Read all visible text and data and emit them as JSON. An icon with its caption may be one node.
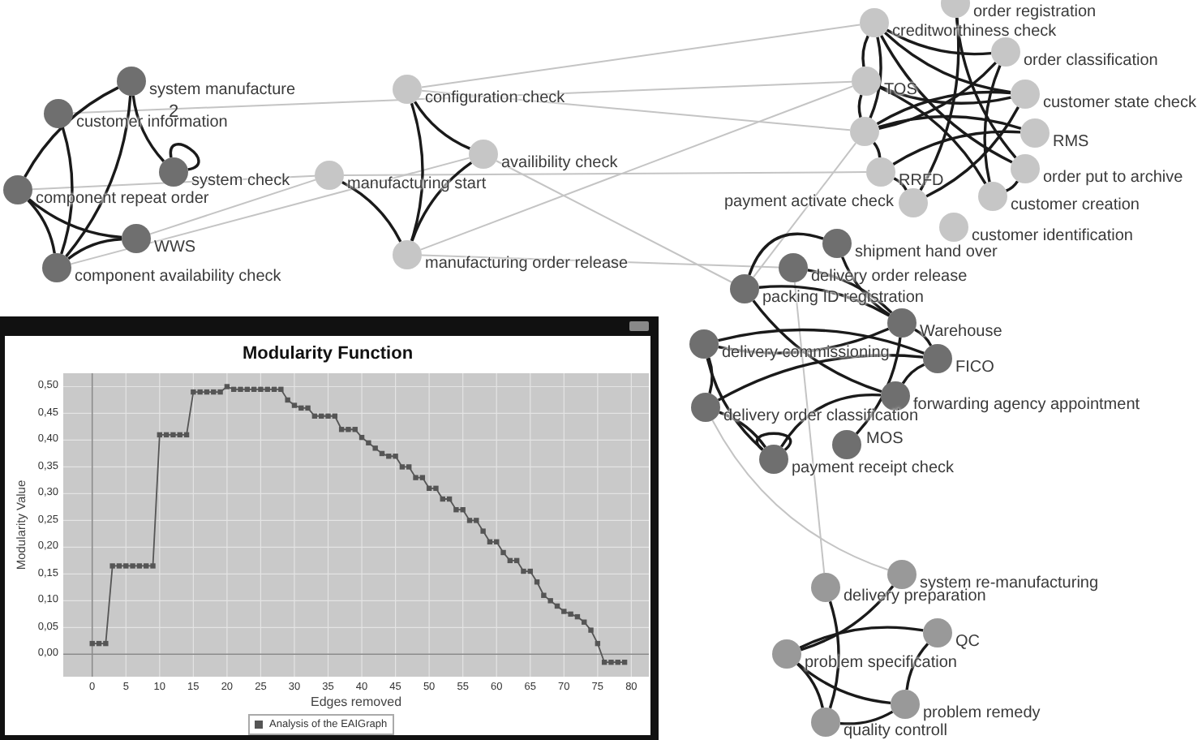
{
  "diagram": {
    "nodes": [
      {
        "text": [
          "system manufacture"
        ]
      },
      {
        "text": [
          "customer information"
        ]
      },
      {
        "text": [
          "component repeat order"
        ]
      },
      {
        "text": [
          "system check"
        ]
      },
      {
        "text": [
          "WWS"
        ]
      },
      {
        "text": [
          "component availability check"
        ]
      },
      {
        "text": [
          "configuration check"
        ]
      },
      {
        "text": [
          "availibility check"
        ]
      },
      {
        "text": [
          "manufacturing start"
        ]
      },
      {
        "text": [
          "manufacturing order release"
        ]
      },
      {
        "text": [
          "order registration"
        ]
      },
      {
        "text": [
          "creditworthiness check"
        ]
      },
      {
        "text": [
          "order classification"
        ]
      },
      {
        "text": [
          "customer state check"
        ]
      },
      {
        "text": [
          "TOS"
        ]
      },
      {
        "text": [
          "RMS"
        ]
      },
      {
        "text": [],
        "shape": "circle"
      },
      {
        "text": [
          "RRFD"
        ]
      },
      {
        "text": [
          "order put to archive"
        ]
      },
      {
        "text": [
          "customer creation"
        ]
      },
      {
        "text": [
          "payment activate check"
        ]
      },
      {
        "text": [
          "customer identification"
        ]
      },
      {
        "text": [
          "shipment hand over"
        ]
      },
      {
        "text": [
          "delivery order release"
        ]
      },
      {
        "text": [
          "packing ID registration"
        ]
      },
      {
        "text": [
          "Warehouse"
        ]
      },
      {
        "text": [
          "FICO"
        ]
      },
      {
        "text": [
          "delivery commissioning"
        ]
      },
      {
        "text": [
          "forwarding agency appointment"
        ]
      },
      {
        "text": [
          "delivery order classification"
        ]
      },
      {
        "text": [
          "MOS"
        ]
      },
      {
        "text": [
          "payment receipt check"
        ]
      },
      {
        "text": [
          "system re-manufacturing"
        ]
      },
      {
        "text": [
          "delivery preparation"
        ]
      },
      {
        "text": [
          "QC"
        ]
      },
      {
        "text": [
          "problem specification"
        ]
      },
      {
        "text": [
          "problem remedy"
        ]
      },
      {
        "text": [
          "quality controll"
        ]
      }
    ],
    "edges": [
      {
        "from": 1,
        "to": 14,
        "arrow": "none",
        "color": "#c4c4c4"
      },
      {
        "from": 2,
        "to": 8,
        "arrow": "none",
        "color": "#c4c4c4"
      },
      {
        "from": 5,
        "to": 7,
        "arrow": "none",
        "color": "#c4c4c4"
      },
      {
        "from": 4,
        "to": 8,
        "arrow": "none",
        "color": "#c4c4c4"
      },
      {
        "from": 6,
        "to": 11,
        "arrow": "none",
        "color": "#c4c4c4"
      },
      {
        "from": 6,
        "to": 16,
        "arrow": "none",
        "color": "#c4c4c4"
      },
      {
        "from": 8,
        "to": 17,
        "arrow": "none",
        "color": "#c4c4c4"
      },
      {
        "from": 9,
        "to": 14,
        "arrow": "none",
        "color": "#c4c4c4"
      },
      {
        "from": 7,
        "to": 24,
        "arrow": "none",
        "color": "#c4c4c4"
      },
      {
        "from": 9,
        "to": 23,
        "arrow": "none",
        "color": "#c4c4c4"
      },
      {
        "from": 16,
        "to": 24,
        "arrow": "none",
        "color": "#c4c4c4"
      },
      {
        "from": 23,
        "to": 33,
        "arrow": "none",
        "color": "#c4c4c4"
      },
      {
        "from": 29,
        "to": 32,
        "arrow": "none",
        "color": "#c4c4c4"
      },
      {
        "from": 0,
        "to": 2,
        "arrow": "none"
      },
      {
        "from": 0,
        "to": 5,
        "arrow": "none"
      },
      {
        "from": 0,
        "to": 3,
        "arrow": "none"
      },
      {
        "from": 1,
        "to": 5,
        "arrow": "none"
      },
      {
        "from": 2,
        "to": 4,
        "arrow": "none"
      },
      {
        "from": 2,
        "to": 5,
        "arrow": "none"
      },
      {
        "from": 4,
        "to": 5,
        "arrow": "none"
      },
      {
        "from": 3,
        "to": 3,
        "arrow": "none"
      },
      {
        "from": 6,
        "to": 7,
        "arrow": "none"
      },
      {
        "from": 6,
        "to": 9,
        "arrow": "none"
      },
      {
        "from": 7,
        "to": 9,
        "arrow": "none"
      },
      {
        "from": 8,
        "to": 9,
        "arrow": "none"
      },
      {
        "from": 11,
        "to": 14,
        "arrow": "none"
      },
      {
        "from": 11,
        "to": 16,
        "arrow": "none"
      },
      {
        "from": 11,
        "to": 18,
        "arrow": "none"
      },
      {
        "from": 10,
        "to": 20,
        "arrow": "none"
      },
      {
        "from": 10,
        "to": 18,
        "arrow": "none"
      },
      {
        "from": 12,
        "to": 16,
        "arrow": "none"
      },
      {
        "from": 12,
        "to": 19,
        "arrow": "none"
      },
      {
        "from": 13,
        "to": 14,
        "arrow": "none"
      },
      {
        "from": 13,
        "to": 16,
        "arrow": "none"
      },
      {
        "from": 13,
        "to": 20,
        "arrow": "none"
      },
      {
        "from": 14,
        "to": 16,
        "arrow": "none"
      },
      {
        "from": 14,
        "to": 19,
        "arrow": "none"
      },
      {
        "from": 15,
        "to": 16,
        "arrow": "none"
      },
      {
        "from": 16,
        "to": 17,
        "arrow": "none"
      },
      {
        "from": 15,
        "to": 17,
        "arrow": "none"
      },
      {
        "from": 17,
        "to": 20,
        "arrow": "none"
      },
      {
        "from": 11,
        "to": 13,
        "arrow": "none"
      },
      {
        "from": 18,
        "to": 19,
        "arrow": "none"
      },
      {
        "from": 11,
        "to": 12,
        "arrow": "none"
      },
      {
        "from": 22,
        "to": 24,
        "arrow": "none"
      },
      {
        "from": 22,
        "to": 25,
        "arrow": "none"
      },
      {
        "from": 23,
        "to": 25,
        "arrow": "none"
      },
      {
        "from": 24,
        "to": 28,
        "arrow": "none"
      },
      {
        "from": 24,
        "to": 25,
        "arrow": "none"
      },
      {
        "from": 27,
        "to": 25,
        "arrow": "none"
      },
      {
        "from": 27,
        "to": 26,
        "arrow": "none"
      },
      {
        "from": 27,
        "to": 31,
        "arrow": "none"
      },
      {
        "from": 27,
        "to": 29,
        "arrow": "none"
      },
      {
        "from": 29,
        "to": 26,
        "arrow": "none"
      },
      {
        "from": 29,
        "to": 31,
        "arrow": "none"
      },
      {
        "from": 31,
        "to": 28,
        "arrow": "none"
      },
      {
        "from": 31,
        "to": 31,
        "arrow": "none"
      },
      {
        "from": 30,
        "to": 25,
        "arrow": "none"
      },
      {
        "from": 25,
        "to": 26,
        "arrow": "none"
      },
      {
        "from": 26,
        "to": 28,
        "arrow": "none"
      },
      {
        "from": 33,
        "to": 37,
        "arrow": "none"
      },
      {
        "from": 35,
        "to": 32,
        "arrow": "none"
      },
      {
        "from": 35,
        "to": 34,
        "arrow": "none"
      },
      {
        "from": 35,
        "to": 36,
        "arrow": "none"
      },
      {
        "from": 35,
        "to": 37,
        "arrow": "none"
      },
      {
        "from": 34,
        "to": 36,
        "arrow": "none"
      },
      {
        "from": 36,
        "to": 37,
        "arrow": "none"
      }
    ],
    "labels": [
      "2"
    ],
    "chart_data": {
      "type": "line",
      "title": "Modularity Function",
      "xlabel": "Edges removed",
      "ylabel": "Modularity Value",
      "x": [
        0,
        1,
        2,
        3,
        4,
        5,
        6,
        7,
        8,
        9,
        10,
        11,
        12,
        13,
        14,
        15,
        16,
        17,
        18,
        19,
        20,
        21,
        22,
        23,
        24,
        25,
        26,
        27,
        28,
        29,
        30,
        31,
        32,
        33,
        34,
        35,
        36,
        37,
        38,
        39,
        40,
        41,
        42,
        43,
        44,
        45,
        46,
        47,
        48,
        49,
        50,
        51,
        52,
        53,
        54,
        55,
        56,
        57,
        58,
        59,
        60,
        61,
        62,
        63,
        64,
        65,
        66,
        67,
        68,
        69,
        70,
        71,
        72,
        73,
        74,
        75,
        76,
        77,
        78,
        79
      ],
      "series": [
        {
          "name": "Analysis of the EAIGraph",
          "color": "#555555",
          "marker": "square",
          "values": [
            0.02,
            0.02,
            0.02,
            0.165,
            0.165,
            0.165,
            0.165,
            0.165,
            0.165,
            0.165,
            0.41,
            0.41,
            0.41,
            0.41,
            0.41,
            0.49,
            0.49,
            0.49,
            0.49,
            0.49,
            0.5,
            0.495,
            0.495,
            0.495,
            0.495,
            0.495,
            0.495,
            0.495,
            0.495,
            0.475,
            0.465,
            0.46,
            0.46,
            0.445,
            0.445,
            0.445,
            0.445,
            0.42,
            0.42,
            0.42,
            0.405,
            0.395,
            0.385,
            0.375,
            0.37,
            0.37,
            0.35,
            0.35,
            0.33,
            0.33,
            0.31,
            0.31,
            0.29,
            0.29,
            0.27,
            0.27,
            0.25,
            0.25,
            0.23,
            0.21,
            0.21,
            0.19,
            0.175,
            0.175,
            0.155,
            0.155,
            0.135,
            0.11,
            0.1,
            0.09,
            0.08,
            0.075,
            0.07,
            0.06,
            0.045,
            0.02,
            -0.015,
            -0.015,
            -0.015,
            -0.015
          ]
        }
      ],
      "xlim": [
        -4.3,
        82.6
      ],
      "ylim": [
        -0.042,
        0.525
      ],
      "grid": true,
      "xticks": [
        0,
        5,
        10,
        15,
        20,
        25,
        30,
        35,
        40,
        45,
        50,
        55,
        60,
        65,
        70,
        75,
        80
      ],
      "yticks": [
        {
          "value": 0,
          "label": "0,00"
        },
        {
          "value": 0.05,
          "label": "0,05"
        },
        {
          "value": 0.1,
          "label": "0,10"
        },
        {
          "value": 0.15,
          "label": "0,15"
        },
        {
          "value": 0.2,
          "label": "0,20"
        },
        {
          "value": 0.25,
          "label": "0,25"
        },
        {
          "value": 0.3,
          "label": "0,30"
        },
        {
          "value": 0.35,
          "label": "0,35"
        },
        {
          "value": 0.4,
          "label": "0,40"
        },
        {
          "value": 0.45,
          "label": "0,45"
        },
        {
          "value": 0.5,
          "label": "0,50"
        }
      ]
    }
  }
}
